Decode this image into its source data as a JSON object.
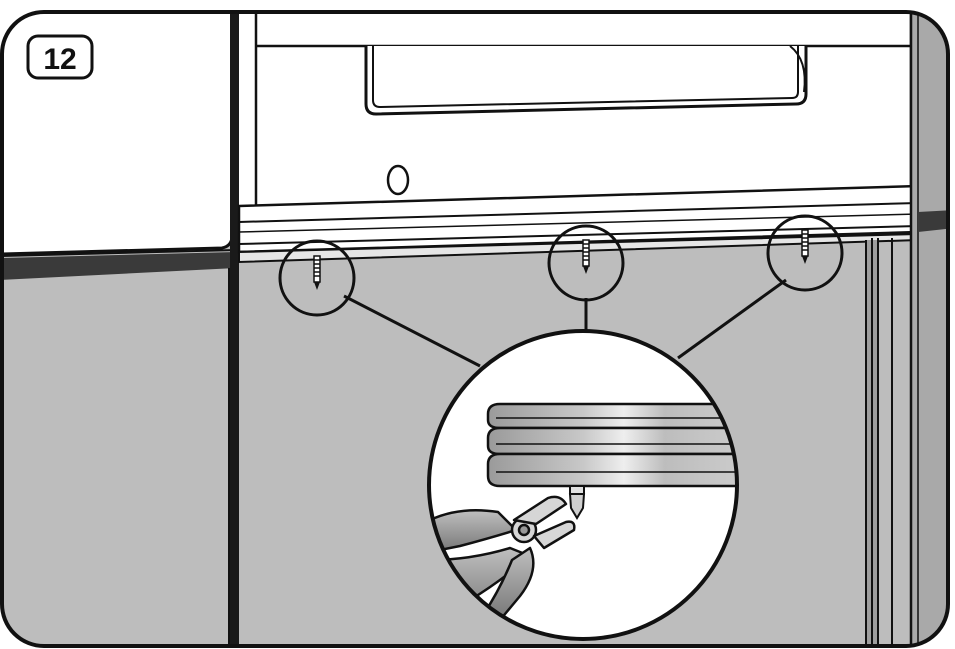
{
  "step": {
    "number": "12"
  },
  "colors": {
    "wall": "#bdbdbd",
    "wall_dark": "#a8a8a8",
    "panel": "#ffffff",
    "outline": "#111111",
    "tool_handle": "#8f8f8f",
    "tool_metal": "#d6d6d6"
  },
  "icons": {
    "screw": "screw-icon",
    "cutting_pliers": "cutting-pliers-icon",
    "detail_magnifier": "magnifier-circle"
  },
  "callouts": [
    {
      "id": "screw-left"
    },
    {
      "id": "screw-center"
    },
    {
      "id": "screw-right"
    }
  ]
}
